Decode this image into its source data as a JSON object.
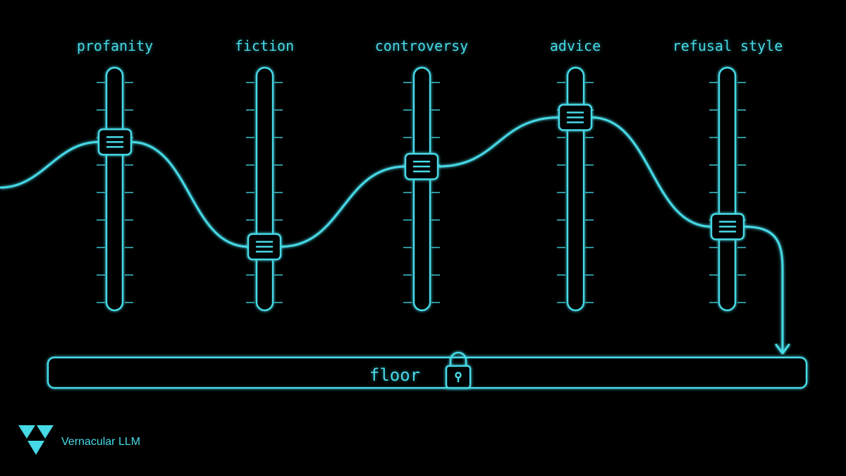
{
  "sliders": [
    {
      "label": "profanity",
      "level": 0.73
    },
    {
      "label": "fiction",
      "level": 0.26
    },
    {
      "label": "controversy",
      "level": 0.62
    },
    {
      "label": "advice",
      "level": 0.84
    },
    {
      "label": "refusal style",
      "level": 0.35
    }
  ],
  "floor": {
    "label": "floor",
    "locked": true
  },
  "brand": {
    "name": "Vernacular LLM"
  },
  "colors": {
    "accent": "#46d9e6",
    "background": "#000000"
  },
  "icons": {
    "handle": "grip-lines-icon",
    "lock": "padlock-icon",
    "arrow": "arrow-down-icon",
    "logo": "triangle-logo-icon"
  }
}
